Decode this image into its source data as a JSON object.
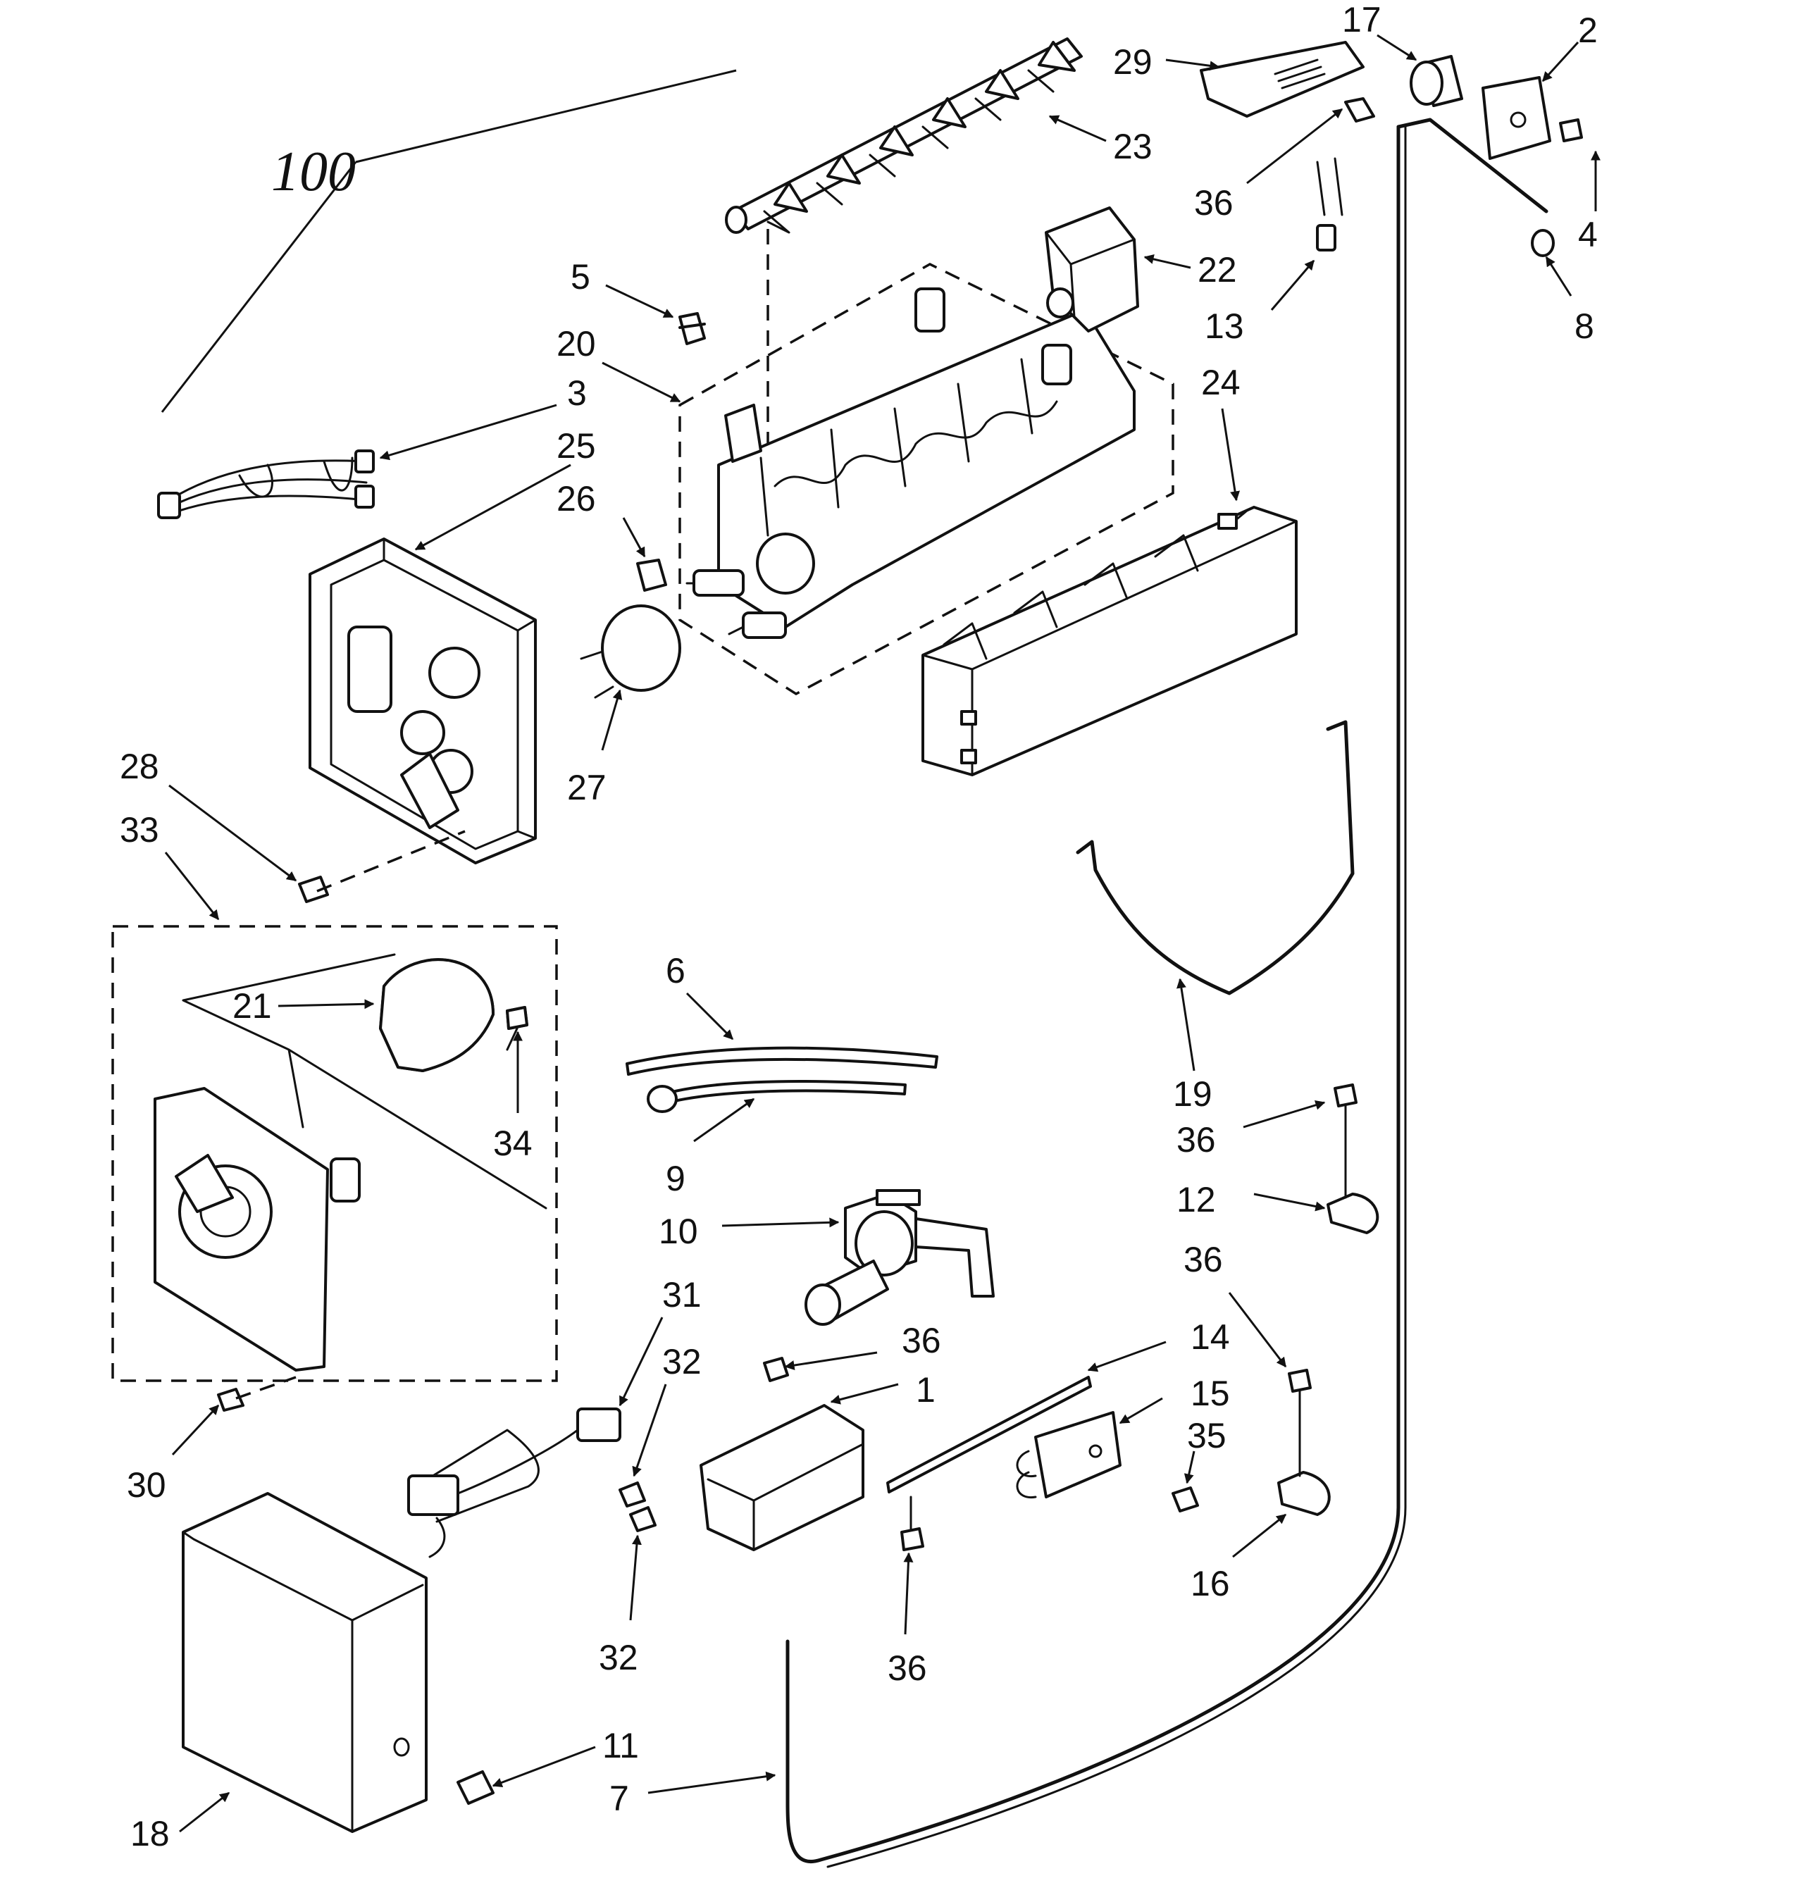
{
  "diagram": {
    "assembly_number": "100",
    "callouts": [
      {
        "id": "c17",
        "label": "17"
      },
      {
        "id": "c2",
        "label": "2"
      },
      {
        "id": "c29",
        "label": "29"
      },
      {
        "id": "c23",
        "label": "23"
      },
      {
        "id": "c36a",
        "label": "36"
      },
      {
        "id": "c4",
        "label": "4"
      },
      {
        "id": "c22",
        "label": "22"
      },
      {
        "id": "c13",
        "label": "13"
      },
      {
        "id": "c8",
        "label": "8"
      },
      {
        "id": "c5",
        "label": "5"
      },
      {
        "id": "c20",
        "label": "20"
      },
      {
        "id": "c24",
        "label": "24"
      },
      {
        "id": "c3",
        "label": "3"
      },
      {
        "id": "c25",
        "label": "25"
      },
      {
        "id": "c26",
        "label": "26"
      },
      {
        "id": "c27",
        "label": "27"
      },
      {
        "id": "c28",
        "label": "28"
      },
      {
        "id": "c33",
        "label": "33"
      },
      {
        "id": "c21",
        "label": "21"
      },
      {
        "id": "c34",
        "label": "34"
      },
      {
        "id": "c6",
        "label": "6"
      },
      {
        "id": "c9",
        "label": "9"
      },
      {
        "id": "c19",
        "label": "19"
      },
      {
        "id": "c36b",
        "label": "36"
      },
      {
        "id": "c12",
        "label": "12"
      },
      {
        "id": "c10",
        "label": "10"
      },
      {
        "id": "c36c",
        "label": "36"
      },
      {
        "id": "c31",
        "label": "31"
      },
      {
        "id": "c32a",
        "label": "32"
      },
      {
        "id": "c36d",
        "label": "36"
      },
      {
        "id": "c1",
        "label": "1"
      },
      {
        "id": "c14",
        "label": "14"
      },
      {
        "id": "c15",
        "label": "15"
      },
      {
        "id": "c35",
        "label": "35"
      },
      {
        "id": "c30",
        "label": "30"
      },
      {
        "id": "c16",
        "label": "16"
      },
      {
        "id": "c32b",
        "label": "32"
      },
      {
        "id": "c36e",
        "label": "36"
      },
      {
        "id": "c11",
        "label": "11"
      },
      {
        "id": "c7",
        "label": "7"
      },
      {
        "id": "c18",
        "label": "18"
      }
    ]
  }
}
